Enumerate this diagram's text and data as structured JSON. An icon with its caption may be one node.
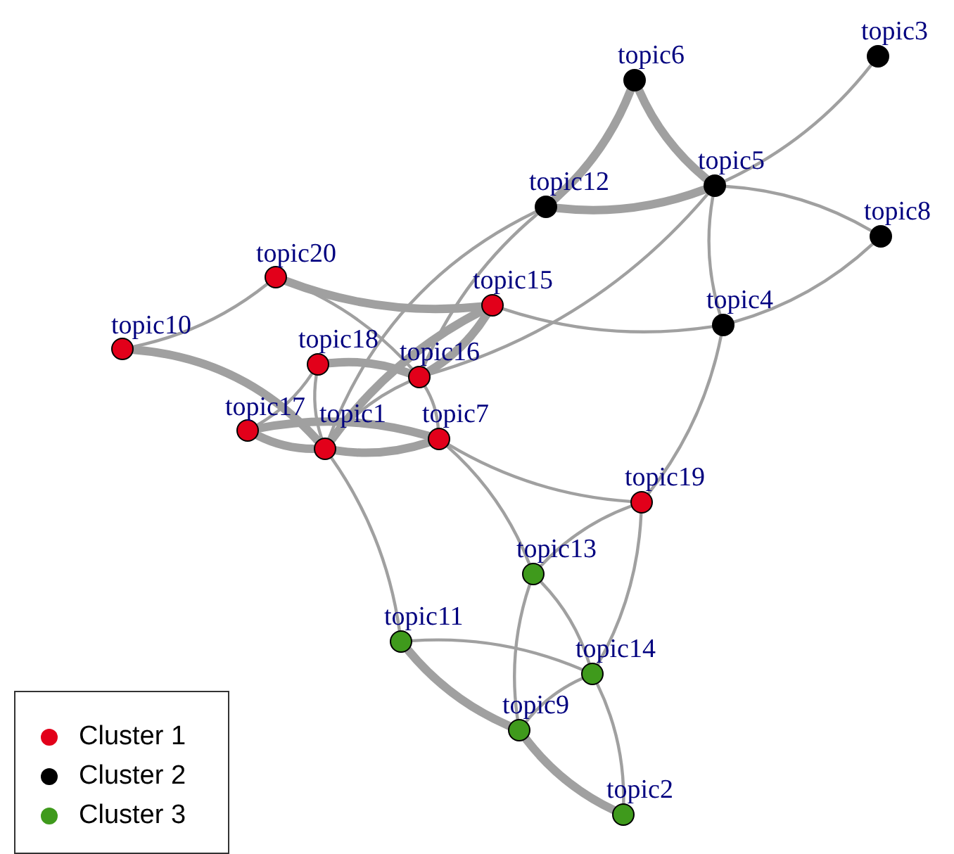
{
  "diagram": {
    "nodes": [
      {
        "text": [],
        "shape": "circle",
        "beside": [
          "topic1"
        ]
      },
      {
        "text": [],
        "shape": "circle",
        "beside": [
          "topic2"
        ]
      },
      {
        "text": [],
        "shape": "circle",
        "beside": [
          "topic3"
        ]
      },
      {
        "text": [],
        "shape": "circle",
        "beside": [
          "topic4"
        ]
      },
      {
        "text": [],
        "shape": "circle",
        "beside": [
          "topic5"
        ]
      },
      {
        "text": [],
        "shape": "circle",
        "beside": [
          "topic6"
        ]
      },
      {
        "text": [],
        "shape": "circle",
        "beside": [
          "topic7"
        ]
      },
      {
        "text": [],
        "shape": "circle",
        "beside": [
          "topic8"
        ]
      },
      {
        "text": [],
        "shape": "circle",
        "beside": [
          "topic9"
        ]
      },
      {
        "text": [],
        "shape": "circle",
        "beside": [
          "topic10"
        ]
      },
      {
        "text": [],
        "shape": "circle",
        "beside": [
          "topic11"
        ]
      },
      {
        "text": [],
        "shape": "circle",
        "beside": [
          "topic12"
        ]
      },
      {
        "text": [],
        "shape": "circle",
        "beside": [
          "topic13"
        ]
      },
      {
        "text": [],
        "shape": "circle",
        "beside": [
          "topic14"
        ]
      },
      {
        "text": [],
        "shape": "circle",
        "beside": [
          "topic15"
        ]
      },
      {
        "text": [],
        "shape": "circle",
        "beside": [
          "topic16"
        ]
      },
      {
        "text": [],
        "shape": "circle",
        "beside": [
          "topic17"
        ]
      },
      {
        "text": [],
        "shape": "circle",
        "beside": [
          "topic18"
        ]
      },
      {
        "text": [],
        "shape": "circle",
        "beside": [
          "topic19"
        ]
      },
      {
        "text": [],
        "shape": "circle",
        "beside": [
          "topic20"
        ]
      }
    ],
    "edges": [
      {
        "from": 5,
        "to": 11,
        "arrow": "none",
        "style": "thick"
      },
      {
        "from": 5,
        "to": 4,
        "arrow": "none",
        "style": "thick"
      },
      {
        "from": 2,
        "to": 4,
        "arrow": "none"
      },
      {
        "from": 11,
        "to": 4,
        "arrow": "none",
        "style": "thick"
      },
      {
        "from": 4,
        "to": 7,
        "arrow": "none"
      },
      {
        "from": 4,
        "to": 3,
        "arrow": "none"
      },
      {
        "from": 7,
        "to": 3,
        "arrow": "none"
      },
      {
        "from": 14,
        "to": 3,
        "arrow": "none"
      },
      {
        "from": 3,
        "to": 18,
        "arrow": "none"
      },
      {
        "from": 11,
        "to": 15,
        "arrow": "none"
      },
      {
        "from": 11,
        "to": 0,
        "arrow": "none"
      },
      {
        "from": 4,
        "to": 15,
        "arrow": "none"
      },
      {
        "from": 19,
        "to": 9,
        "arrow": "none"
      },
      {
        "from": 19,
        "to": 14,
        "arrow": "none",
        "style": "thick"
      },
      {
        "from": 19,
        "to": 15,
        "arrow": "none"
      },
      {
        "from": 9,
        "to": 0,
        "arrow": "none",
        "style": "thick"
      },
      {
        "from": 17,
        "to": 15,
        "arrow": "none",
        "style": "thick"
      },
      {
        "from": 17,
        "to": 0,
        "arrow": "none"
      },
      {
        "from": 17,
        "to": 16,
        "arrow": "none"
      },
      {
        "from": 14,
        "to": 0,
        "arrow": "none",
        "style": "thick"
      },
      {
        "from": 14,
        "to": 15,
        "arrow": "none",
        "style": "thick"
      },
      {
        "from": 15,
        "to": 0,
        "arrow": "none"
      },
      {
        "from": 15,
        "to": 6,
        "arrow": "none"
      },
      {
        "from": 16,
        "to": 0,
        "arrow": "none",
        "style": "thick"
      },
      {
        "from": 16,
        "to": 6,
        "arrow": "none",
        "style": "thick"
      },
      {
        "from": 0,
        "to": 6,
        "arrow": "none",
        "style": "thick"
      },
      {
        "from": 0,
        "to": 10,
        "arrow": "none"
      },
      {
        "from": 6,
        "to": 18,
        "arrow": "none"
      },
      {
        "from": 6,
        "to": 12,
        "arrow": "none"
      },
      {
        "from": 18,
        "to": 12,
        "arrow": "none"
      },
      {
        "from": 18,
        "to": 13,
        "arrow": "none"
      },
      {
        "from": 12,
        "to": 8,
        "arrow": "none"
      },
      {
        "from": 12,
        "to": 13,
        "arrow": "none"
      },
      {
        "from": 10,
        "to": 8,
        "arrow": "none",
        "style": "thick"
      },
      {
        "from": 10,
        "to": 13,
        "arrow": "none"
      },
      {
        "from": 13,
        "to": 8,
        "arrow": "none"
      },
      {
        "from": 13,
        "to": 1,
        "arrow": "none"
      },
      {
        "from": 8,
        "to": 1,
        "arrow": "none",
        "style": "thick"
      }
    ],
    "legend": [
      {
        "text": "Cluster 1",
        "color": "#e2001a"
      },
      {
        "text": "Cluster 2",
        "color": "#000000"
      },
      {
        "text": "Cluster 3",
        "color": "#3f9a1c"
      }
    ]
  }
}
